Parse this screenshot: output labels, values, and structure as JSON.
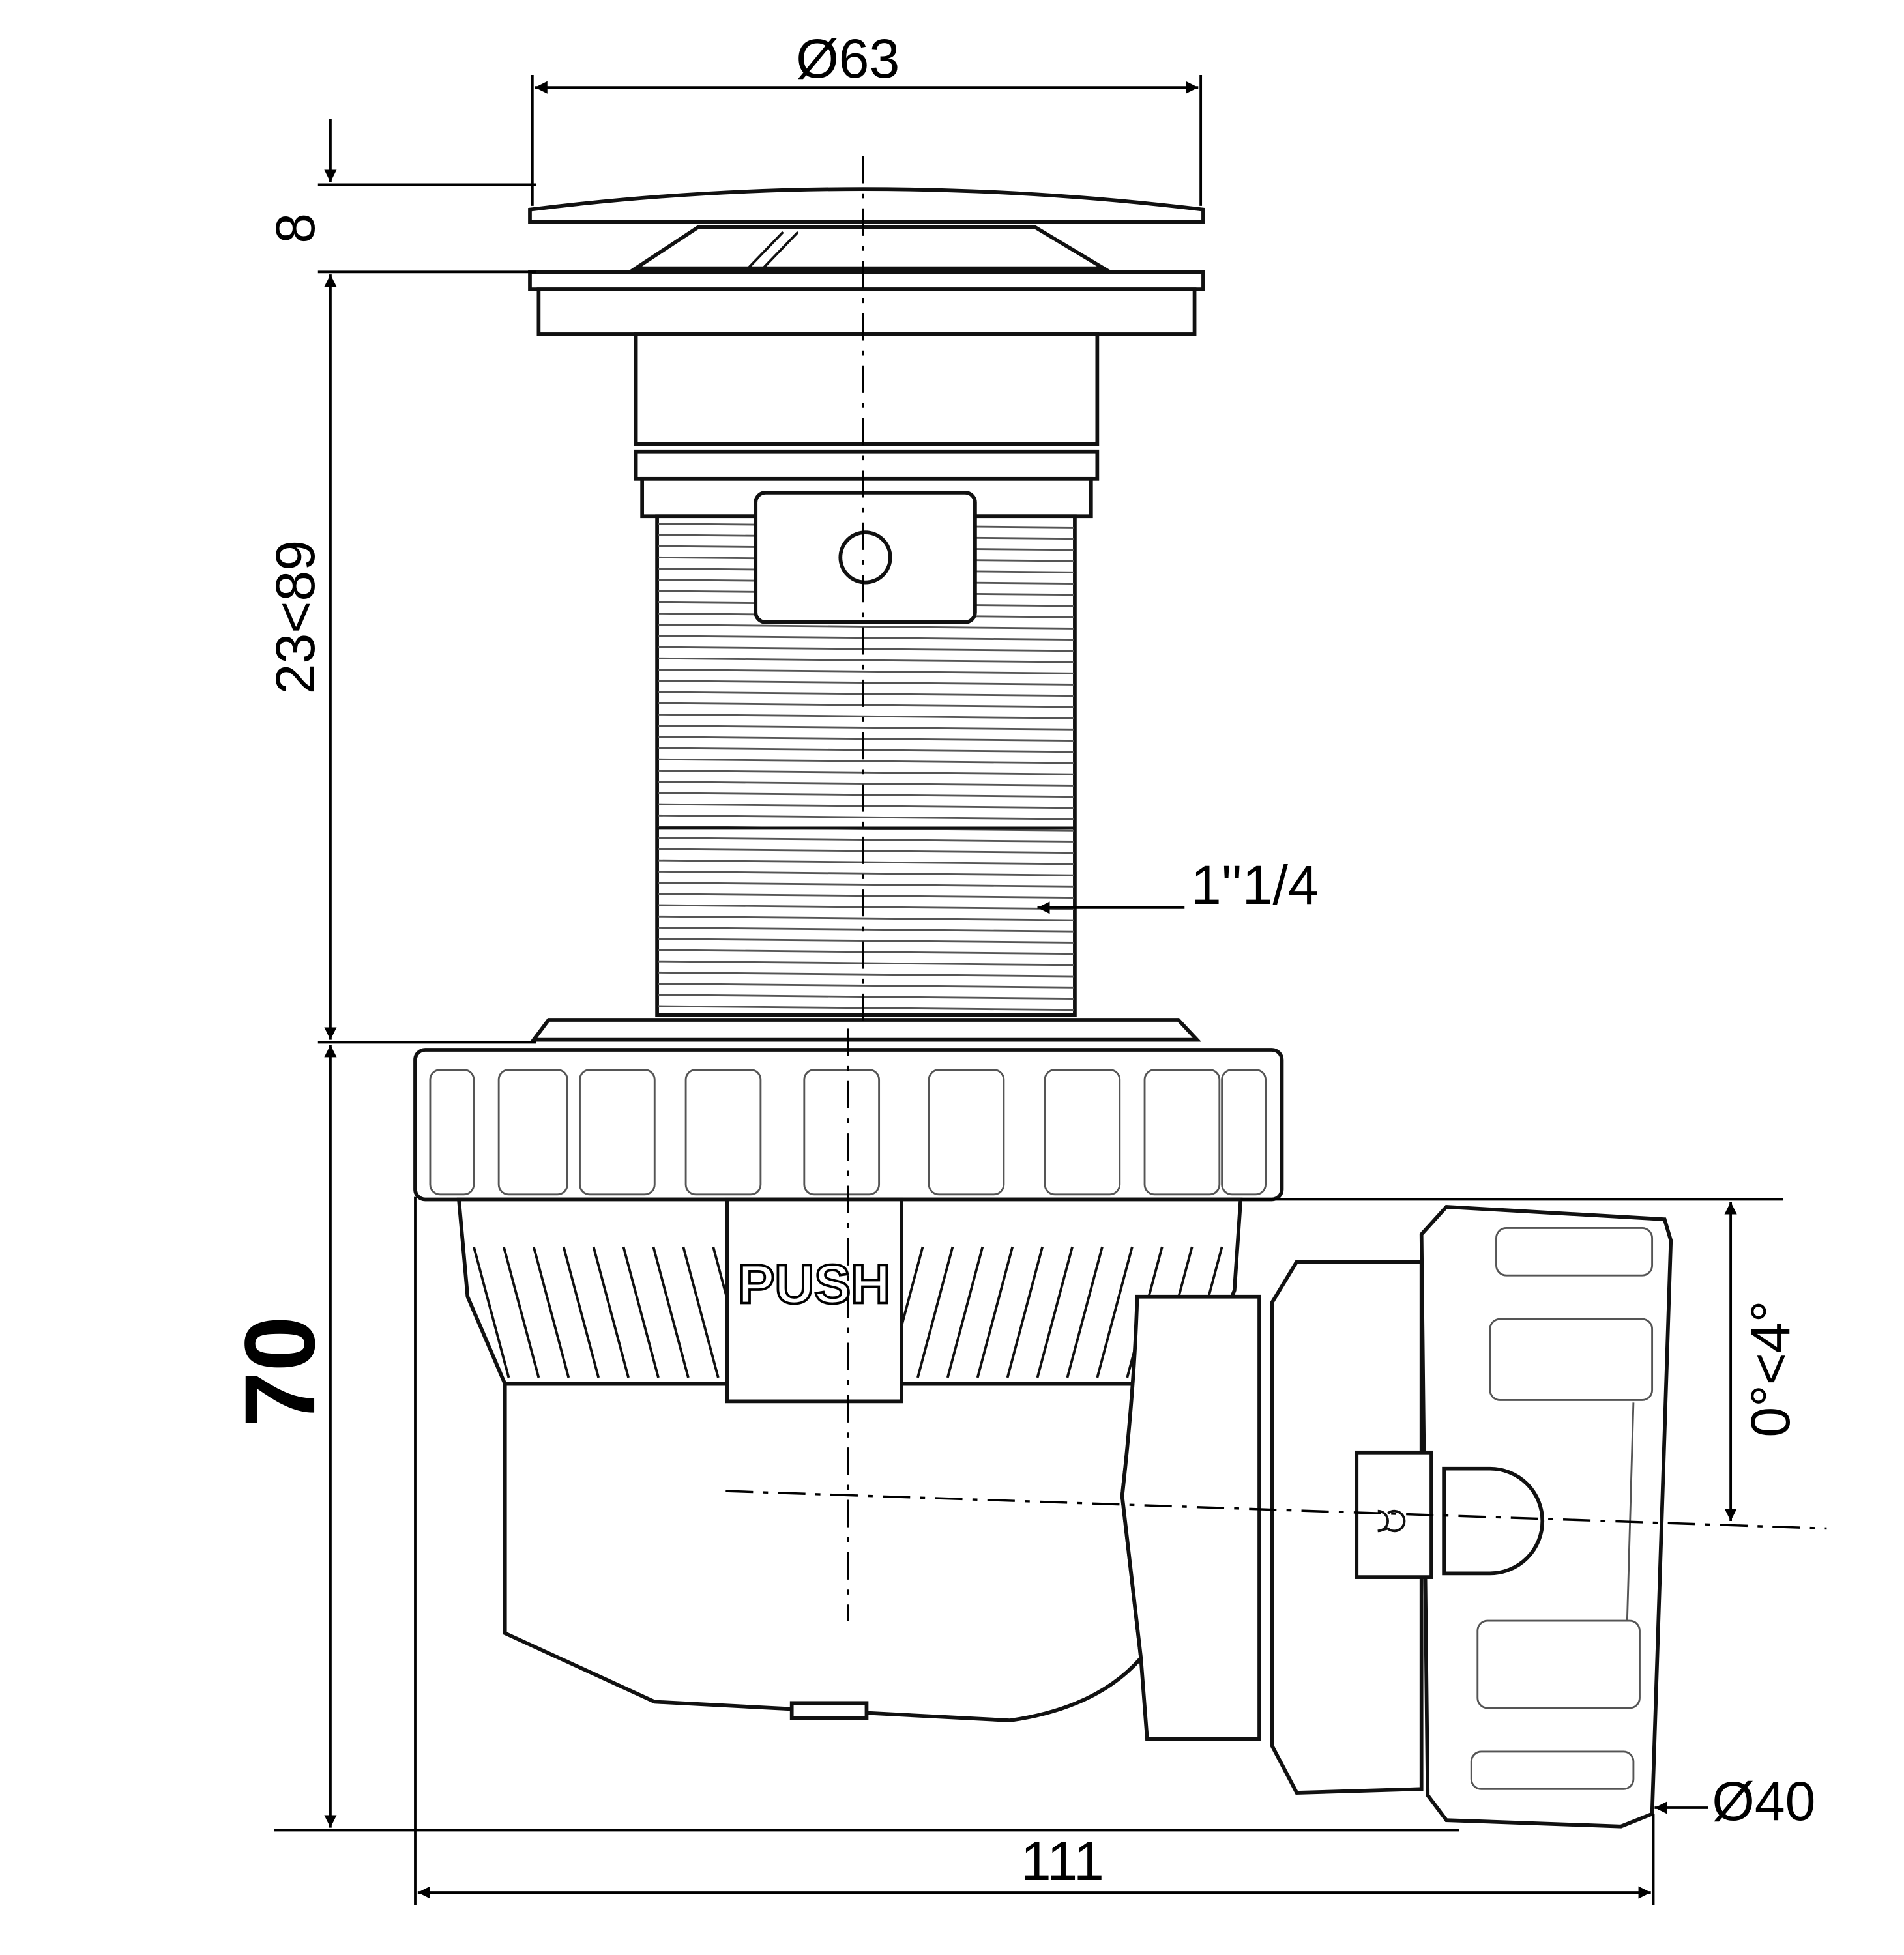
{
  "title": "Pop-up waste drain with bottle trap connector – technical drawing",
  "dimensions": {
    "cap_diameter": "Ø63",
    "cap_height": "8",
    "body_height_range": "23<89",
    "thread_size": "1''1/4",
    "total_height": "70",
    "outlet_angle": "0°<4°",
    "outlet_diameter": "Ø40",
    "total_width": "111"
  },
  "labels": {
    "push": "PUSH"
  },
  "colors": {
    "line": "#111111",
    "background": "#ffffff"
  }
}
